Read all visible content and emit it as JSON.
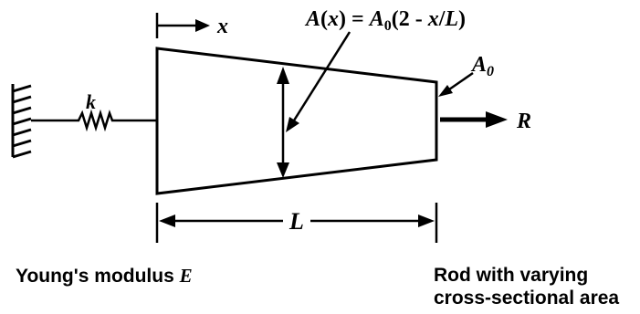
{
  "labels": {
    "x_axis": "x",
    "area_formula_lhs": "A",
    "area_formula_lhs_arg": "x",
    "area_formula_eq": " = ",
    "area_formula_a0_base": "A",
    "area_formula_a0_sub": "0",
    "area_formula_rest_open": "(2 - ",
    "area_formula_rest_x": "x",
    "area_formula_rest_slash": "/",
    "area_formula_rest_L": "L",
    "area_formula_rest_close": ")",
    "end_area_base": "A",
    "end_area_sub": "0",
    "spring": "k",
    "force": "R",
    "length": "L"
  },
  "captions": {
    "modulus_prefix": "Young's modulus ",
    "modulus_symbol": "E",
    "rod_line1": "Rod with varying",
    "rod_line2": "cross-sectional area"
  }
}
